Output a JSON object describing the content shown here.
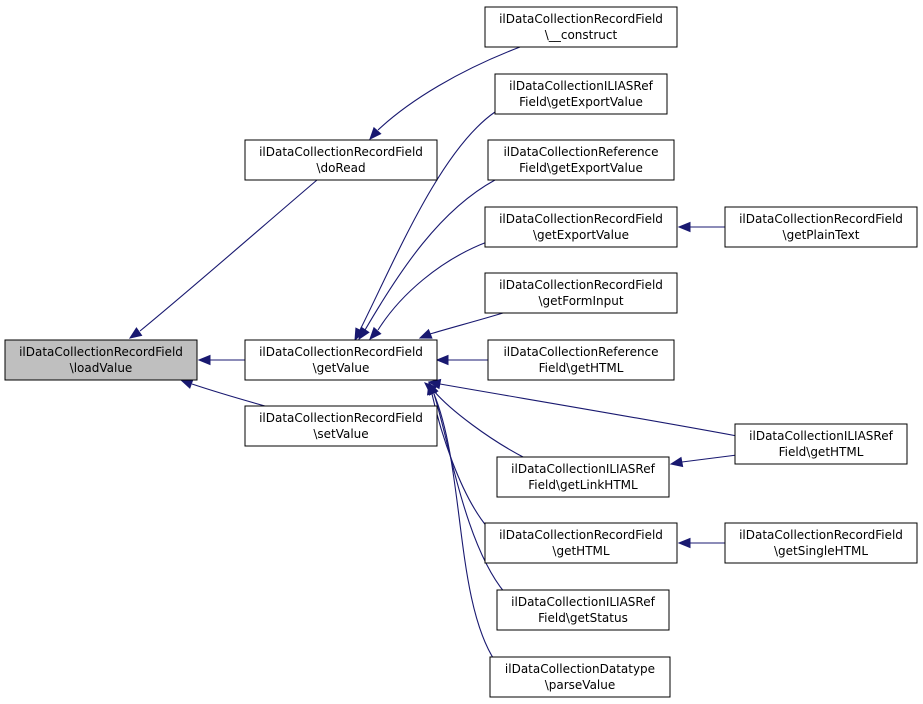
{
  "colors": {
    "edge": "#191970",
    "node_fill": "#ffffff",
    "root_fill": "#bfbfbf",
    "border": "#000000"
  },
  "nodes": {
    "loadValue": {
      "lines": [
        "ilDataCollectionRecordField",
        "\\loadValue"
      ],
      "highlighted": true
    },
    "doRead": {
      "lines": [
        "ilDataCollectionRecordField",
        "\\doRead"
      ]
    },
    "getValue": {
      "lines": [
        "ilDataCollectionRecordField",
        "\\getValue"
      ]
    },
    "setValue": {
      "lines": [
        "ilDataCollectionRecordField",
        "\\setValue"
      ]
    },
    "construct": {
      "lines": [
        "ilDataCollectionRecordField",
        "\\__construct"
      ]
    },
    "iliasExport": {
      "lines": [
        "ilDataCollectionILIASRef",
        "Field\\getExportValue"
      ]
    },
    "refExport": {
      "lines": [
        "ilDataCollectionReference",
        "Field\\getExportValue"
      ]
    },
    "recExport": {
      "lines": [
        "ilDataCollectionRecordField",
        "\\getExportValue"
      ]
    },
    "getFormInput": {
      "lines": [
        "ilDataCollectionRecordField",
        "\\getFormInput"
      ]
    },
    "refHTML": {
      "lines": [
        "ilDataCollectionReference",
        "Field\\getHTML"
      ]
    },
    "iliasLinkHTML": {
      "lines": [
        "ilDataCollectionILIASRef",
        "Field\\getLinkHTML"
      ]
    },
    "recHTML": {
      "lines": [
        "ilDataCollectionRecordField",
        "\\getHTML"
      ]
    },
    "iliasStatus": {
      "lines": [
        "ilDataCollectionILIASRef",
        "Field\\getStatus"
      ]
    },
    "parseValue": {
      "lines": [
        "ilDataCollectionDatatype",
        "\\parseValue"
      ]
    },
    "getPlainText": {
      "lines": [
        "ilDataCollectionRecordField",
        "\\getPlainText"
      ]
    },
    "iliasHTML": {
      "lines": [
        "ilDataCollectionILIASRef",
        "Field\\getHTML"
      ]
    },
    "getSingleHTML": {
      "lines": [
        "ilDataCollectionRecordField",
        "\\getSingleHTML"
      ]
    }
  },
  "edges": [
    {
      "from": "doRead",
      "to": "loadValue"
    },
    {
      "from": "getValue",
      "to": "loadValue"
    },
    {
      "from": "setValue",
      "to": "loadValue"
    },
    {
      "from": "construct",
      "to": "doRead"
    },
    {
      "from": "iliasExport",
      "to": "getValue"
    },
    {
      "from": "refExport",
      "to": "getValue"
    },
    {
      "from": "recExport",
      "to": "getValue"
    },
    {
      "from": "getFormInput",
      "to": "getValue"
    },
    {
      "from": "refHTML",
      "to": "getValue"
    },
    {
      "from": "iliasHTML",
      "to": "getValue"
    },
    {
      "from": "iliasLinkHTML",
      "to": "getValue"
    },
    {
      "from": "recHTML",
      "to": "getValue"
    },
    {
      "from": "iliasStatus",
      "to": "getValue"
    },
    {
      "from": "parseValue",
      "to": "getValue"
    },
    {
      "from": "getPlainText",
      "to": "recExport"
    },
    {
      "from": "iliasHTML",
      "to": "iliasLinkHTML"
    },
    {
      "from": "getSingleHTML",
      "to": "recHTML"
    }
  ]
}
